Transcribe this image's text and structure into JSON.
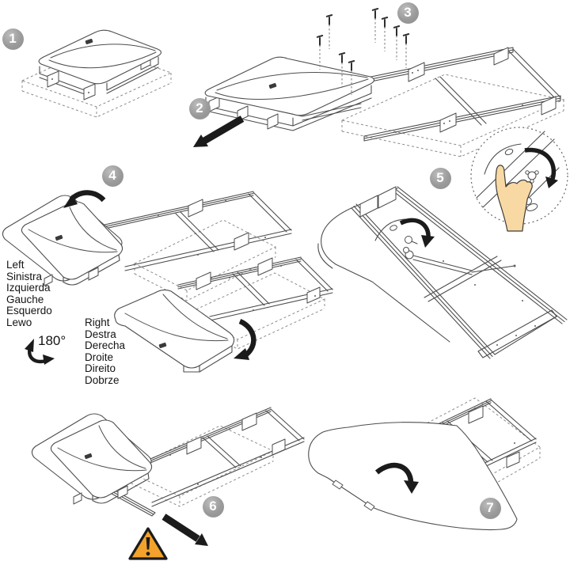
{
  "steps": [
    {
      "number": "1"
    },
    {
      "number": "2"
    },
    {
      "number": "3"
    },
    {
      "number": "4"
    },
    {
      "number": "5"
    },
    {
      "number": "6"
    },
    {
      "number": "7"
    }
  ],
  "labels": {
    "left": [
      "Left",
      "Sinistra",
      "Izquierda",
      "Gauche",
      "Esquerdo",
      "Lewo"
    ],
    "right": [
      "Right",
      "Destra",
      "Derecha",
      "Droite",
      "Direito",
      "Dobrze"
    ],
    "rotation": "180°"
  },
  "icons": {
    "warning": "warning-triangle-icon",
    "pull_out": "pull-direction-arrow",
    "rotate_clockwise": "rotate-cw-arrow",
    "rotate_counterclockwise": "rotate-ccw-arrow"
  },
  "colors": {
    "background": "#ffffff",
    "line_gray": "#4d4d4d",
    "dash_gray": "#8c8c8c",
    "badge_gray": "#9a9a9a",
    "arrow_black": "#1b1b1b",
    "warning_orange": "#F3A32B",
    "hand_skin": "#F9D9A3"
  }
}
